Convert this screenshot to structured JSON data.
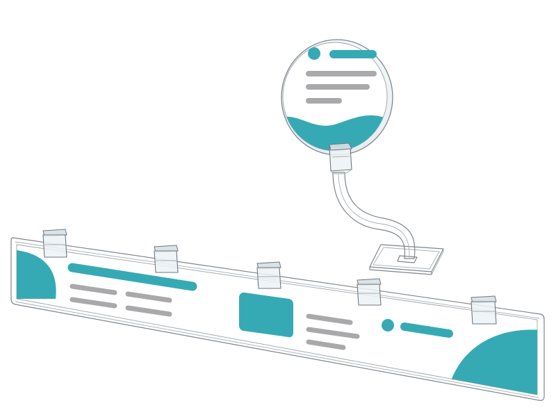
{
  "colors": {
    "accent": "#36aab4",
    "placeholder_gray": "#a9a9ab",
    "outline": "#7d848a",
    "acrylic": "#eef3f6"
  },
  "shelf_strip": {
    "clip_count": 5,
    "content_blocks": [
      "teal-corner-left",
      "title-bar",
      "text-lines",
      "image-block",
      "text-lines",
      "dot-bar",
      "teal-corner-right"
    ]
  },
  "round_sign": {
    "content_blocks": [
      "dot-bar",
      "text-lines",
      "teal-wave"
    ]
  }
}
